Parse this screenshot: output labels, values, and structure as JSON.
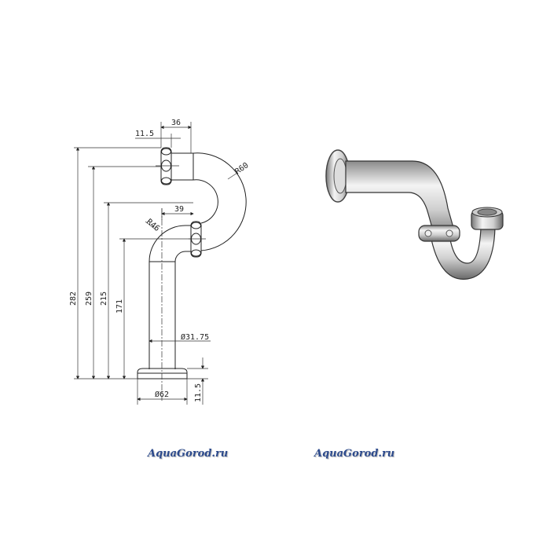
{
  "drawing": {
    "dimensions": {
      "height_total": "282",
      "height_inlet_axis": "259",
      "height_bend": "215",
      "height_outlet_axis": "171",
      "offset_36": "36",
      "nut_11_5": "11.5",
      "offset_39": "39",
      "radius_large": "R60",
      "radius_small": "R46",
      "pipe_diameter": "Ø31.75",
      "base_diameter": "Ø62",
      "base_height": "11.5"
    }
  },
  "watermarks": {
    "left": "AquaGorod.ru",
    "right": "AquaGorod.ru"
  },
  "colors": {
    "watermark": "#2c4a8c"
  }
}
